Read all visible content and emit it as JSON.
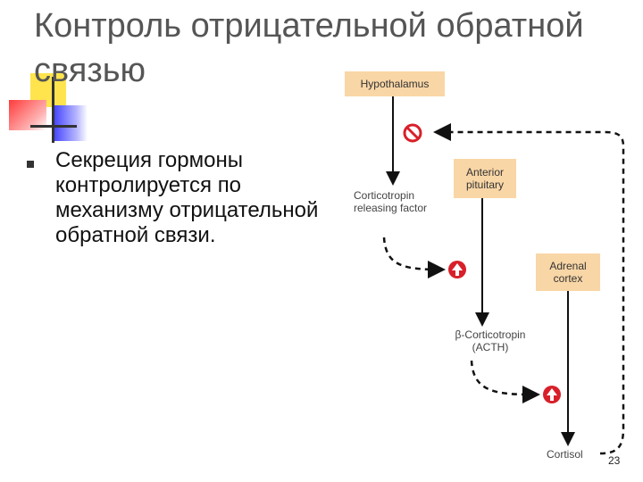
{
  "slide": {
    "title": "Контроль отрицательной обратной связью",
    "bullet": "Секреция гормоны контролируется по механизму отрицательной обратной связи.",
    "page_number": "23"
  },
  "diagram": {
    "hypothalamus": "Hypothalamus",
    "anterior_pituitary": "Anterior pituitary",
    "adrenal_cortex": "Adrenal cortex",
    "crf": "Corticotropin releasing factor",
    "acth": "β-Corticotropin (ACTH)",
    "cortisol": "Cortisol"
  },
  "colors": {
    "box_fill": "#f9d6a6",
    "inhibit": "#d8202a",
    "stimulate": "#d8202a",
    "deco_yellow": "#ffe44d",
    "deco_red": "#ff3b3b",
    "deco_blue": "#3b3bff"
  }
}
